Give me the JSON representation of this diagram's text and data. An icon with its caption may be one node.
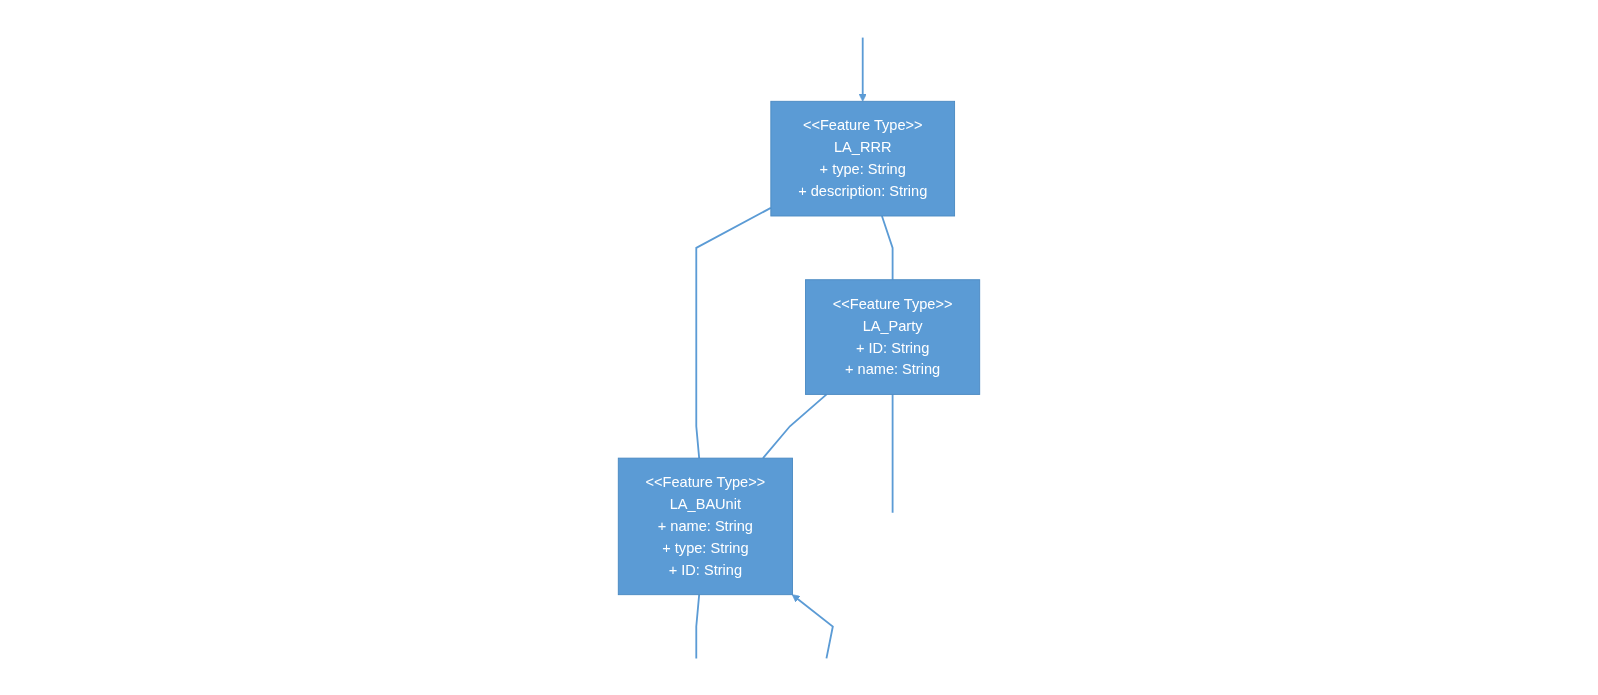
{
  "diagram": {
    "nodes": [
      {
        "text": [
          "<<Feature Type>>",
          "LA_RRR",
          "+ type: String",
          "+ description: String"
        ]
      },
      {
        "text": [
          "<<Feature Type>>",
          "LA_Party",
          "+ ID: String",
          "+ name: String"
        ]
      },
      {
        "text": [
          "<<Feature Type>>",
          "LA_BAUnit",
          "+ name: String",
          "+ type: String",
          "+ ID: String"
        ]
      }
    ],
    "edges": [
      {
        "from": null,
        "to": 0,
        "arrow": "to"
      },
      {
        "from": 0,
        "to": 1,
        "arrow": "none"
      },
      {
        "from": 1,
        "to": null,
        "arrow": "none"
      },
      {
        "from": 0,
        "to": 2,
        "arrow": "none"
      },
      {
        "from": 1,
        "to": 2,
        "arrow": "none"
      },
      {
        "from": 2,
        "to": null,
        "arrow": "none"
      },
      {
        "from": null,
        "to": 2,
        "arrow": "to"
      }
    ]
  }
}
